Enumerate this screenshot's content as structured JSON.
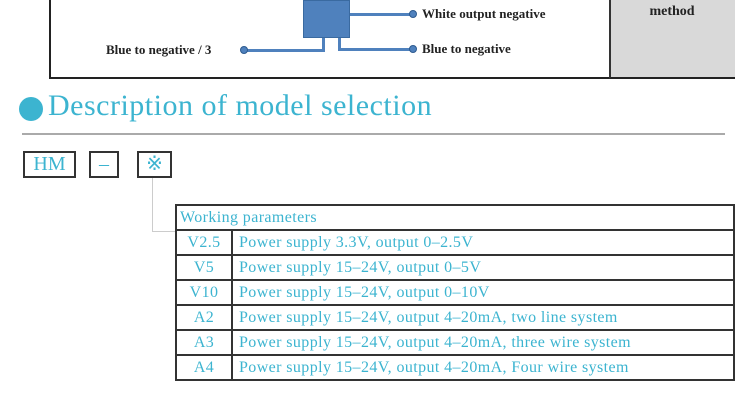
{
  "diagram": {
    "method_label": "method",
    "labels": {
      "white_output_negative": "White output negative",
      "blue_to_negative_3": "Blue to negative / 3",
      "blue_to_negative": "Blue to negative"
    },
    "color": "#4f81bd"
  },
  "section": {
    "title": "Description of model selection",
    "accent": "#3cb4d0"
  },
  "model_code": [
    "HM",
    "–",
    "※"
  ],
  "table": {
    "header": "Working parameters",
    "rows": [
      {
        "code": "V2.5",
        "desc": "Power supply 3.3V, output 0–2.5V"
      },
      {
        "code": "V5",
        "desc": "Power supply 15–24V, output 0–5V"
      },
      {
        "code": "V10",
        "desc": "Power supply 15–24V, output 0–10V"
      },
      {
        "code": "A2",
        "desc": "Power supply 15–24V, output 4–20mA, two line system"
      },
      {
        "code": "A3",
        "desc": "Power supply 15–24V, output 4–20mA, three wire system"
      },
      {
        "code": "A4",
        "desc": "Power supply 15–24V, output 4–20mA, Four wire system"
      }
    ]
  }
}
